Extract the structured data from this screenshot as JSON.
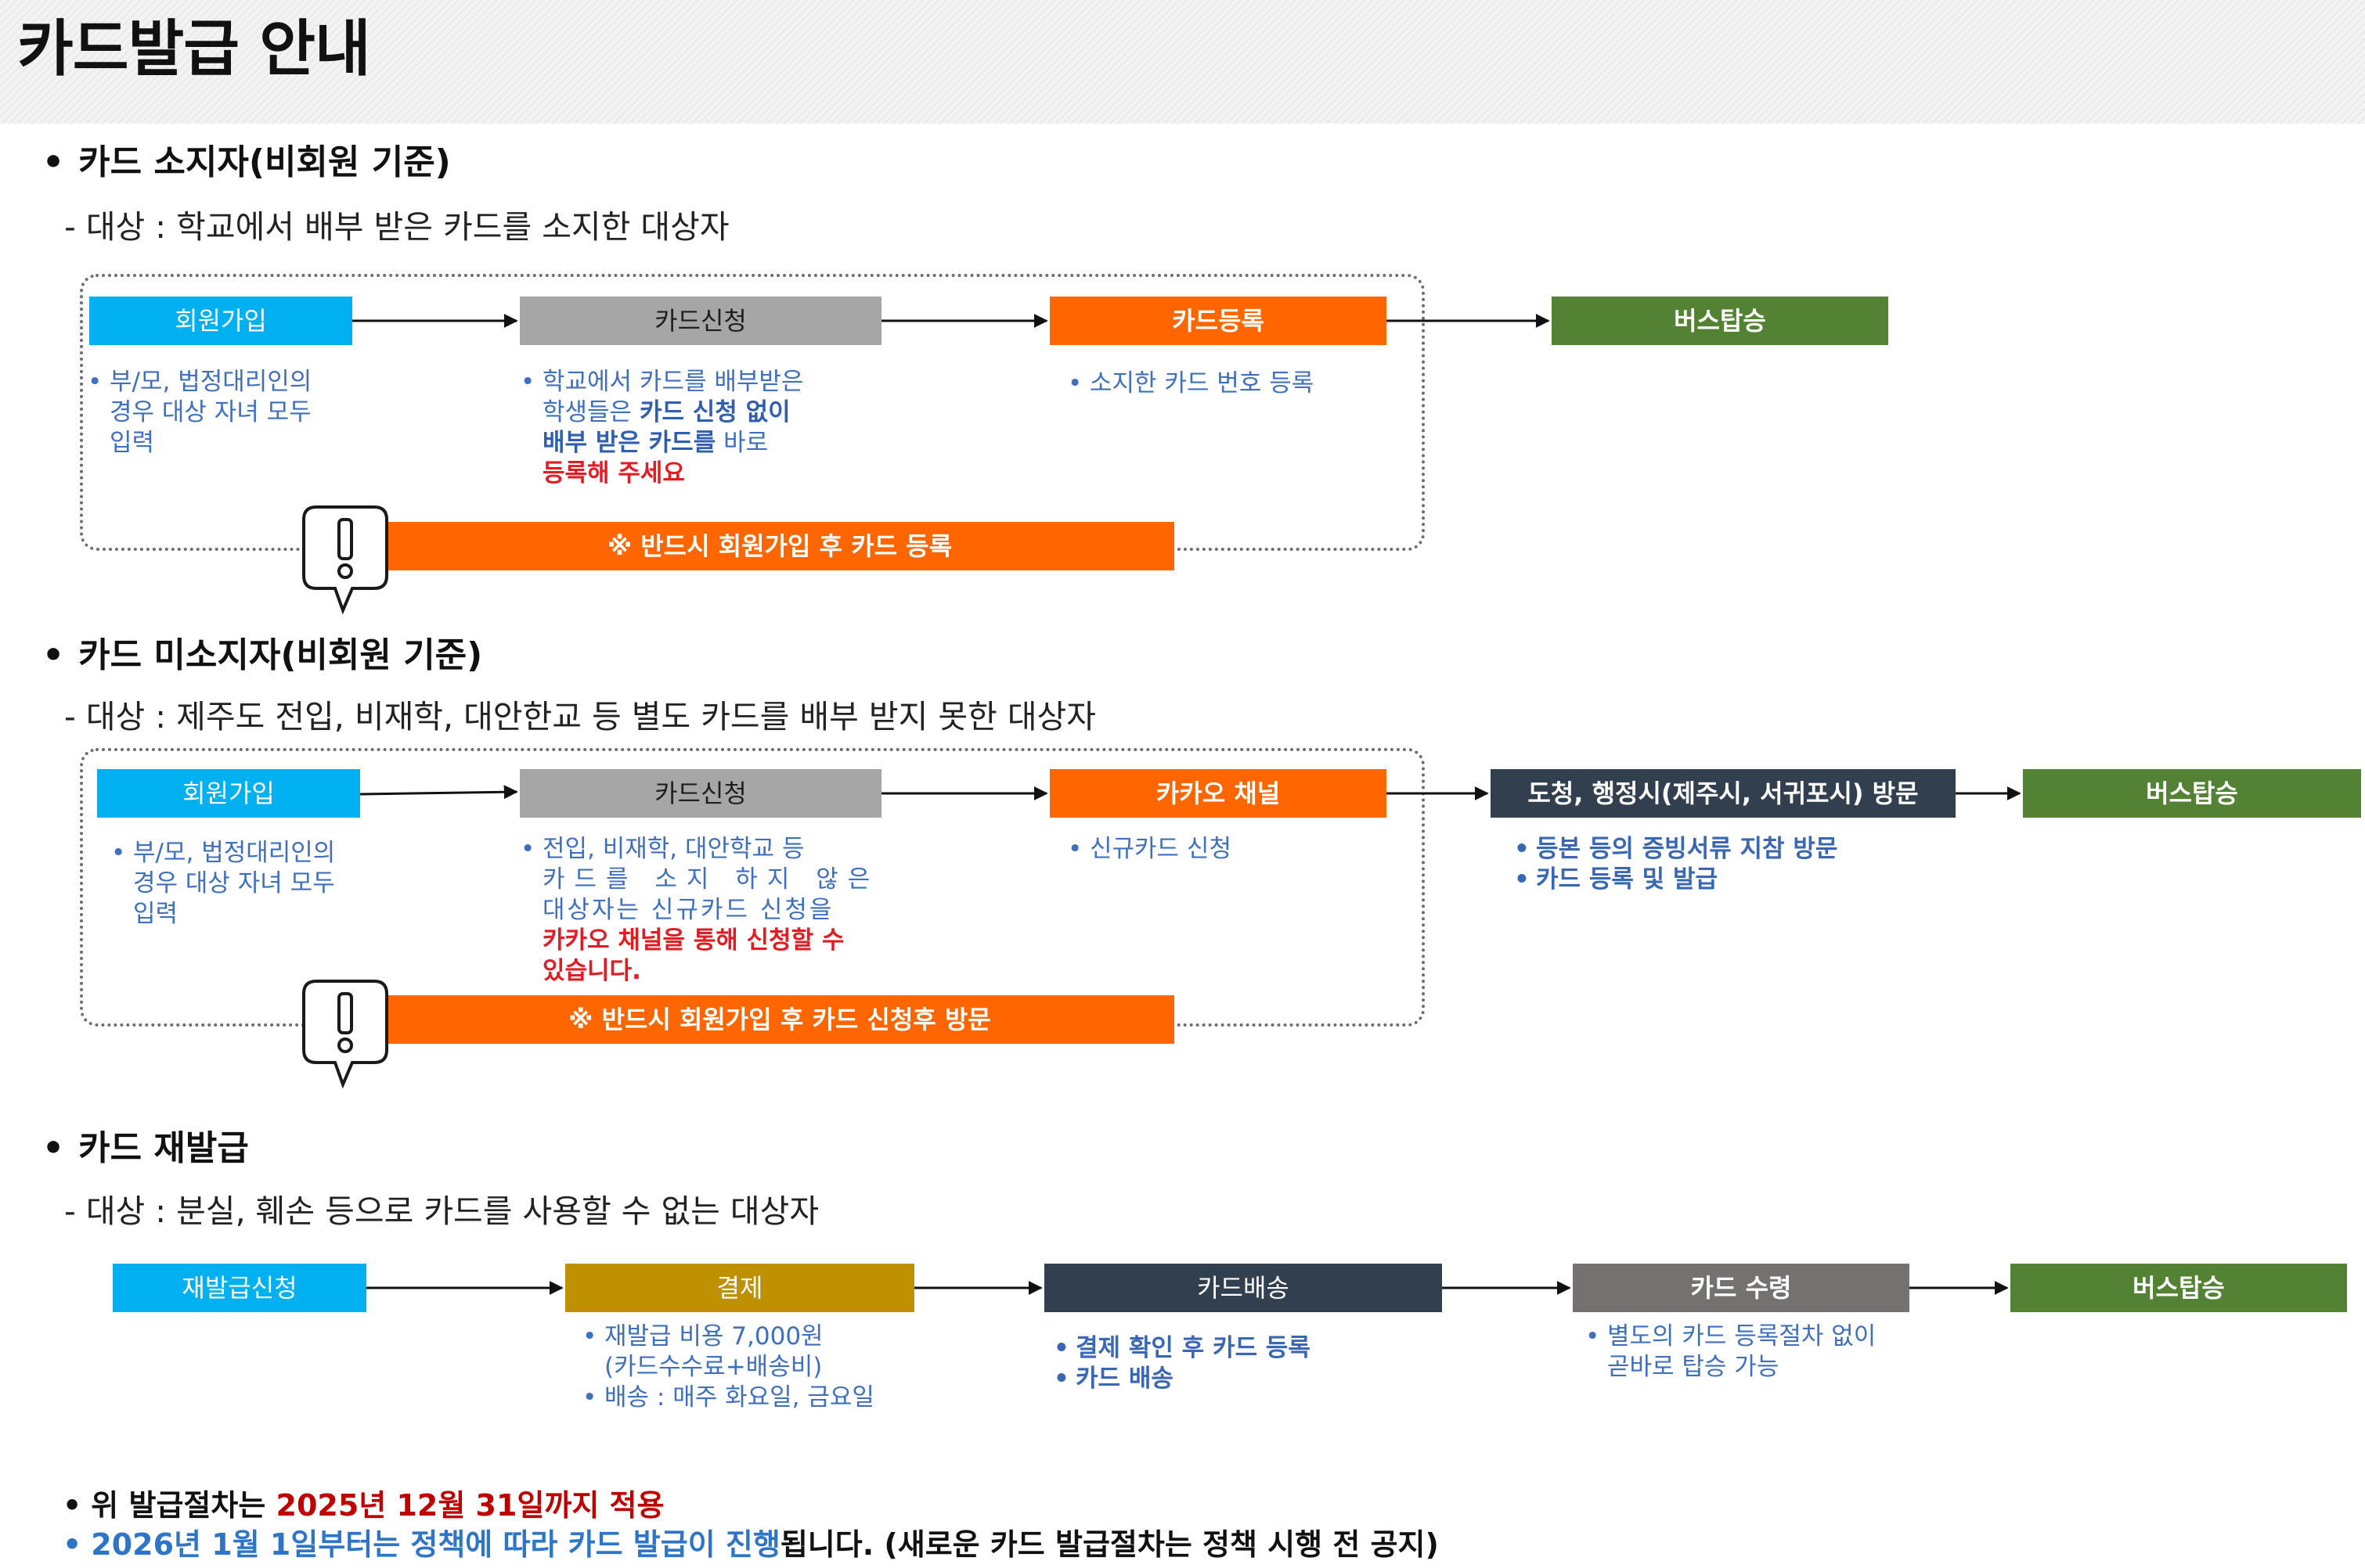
{
  "title": "카드발급 안내",
  "colors": {
    "sky": "#00b0f0",
    "gray": "#a6a6a6",
    "orange": "#ff6600",
    "green": "#548235",
    "navy": "#323f4f",
    "gold": "#bf9000",
    "darkgray": "#767171",
    "red": "#e31b23",
    "blue": "#3f6fbf"
  },
  "icons": {
    "alert": "exclamation-speech-bubble-icon"
  },
  "section1": {
    "heading": "카드 소지자(비회원 기준)",
    "target": "- 대상 : 학교에서 배부 받은 카드를 소지한 대상자",
    "steps": [
      "회원가입",
      "카드신청",
      "카드등록",
      "버스탑승"
    ],
    "notes1": [
      "부/모, 법정대리인의",
      "경우 대상 자녀 모두",
      "입력"
    ],
    "notes2": {
      "l1": "학교에서 카드를 배부받은",
      "l2a": "학생들은 ",
      "l2b": "카드 신청 없이",
      "l3a": "배부 받은 카드를",
      "l3b": " 바로",
      "l4": "등록해 주세요"
    },
    "notes3": "소지한 카드 번호 등록",
    "banner": "※ 반드시 회원가입 후 카드 등록"
  },
  "section2": {
    "heading": "카드 미소지자(비회원 기준)",
    "target": "- 대상 : 제주도 전입, 비재학, 대안한교 등 별도 카드를 배부 받지 못한 대상자",
    "steps": [
      "회원가입",
      "카드신청",
      "카카오 채널",
      "도청, 행정시(제주시, 서귀포시) 방문",
      "버스탑승"
    ],
    "notes1": [
      "부/모, 법정대리인의",
      "경우 대상 자녀 모두",
      "입력"
    ],
    "notes2": {
      "l1": "전입, 비재학, 대안학교 등",
      "l2": "카드를 소지 하지 않은",
      "l3": "대상자는 신규카드 신청을",
      "l4": "카카오 채널을 통해 신청할 수",
      "l5": "있습니다."
    },
    "notes3": "신규카드 신청",
    "notes4": [
      "등본 등의 증빙서류 지참 방문",
      "카드 등록 및 발급"
    ],
    "banner": "※ 반드시 회원가입 후 카드 신청후 방문"
  },
  "section3": {
    "heading": "카드 재발급",
    "target": "- 대상 : 분실, 훼손 등으로 카드를 사용할 수 없는 대상자",
    "steps": [
      "재발급신청",
      "결제",
      "카드배송",
      "카드 수령",
      "버스탑승"
    ],
    "notes2": {
      "l1": "재발급 비용 7,000원",
      "l2": "(카드수수료+배송비)",
      "l3": "배송 : 매주 화요일, 금요일"
    },
    "notes3": [
      "결제 확인 후 카드 등록",
      "카드 배송"
    ],
    "notes4": {
      "l1": "별도의 카드 등록절차 없이",
      "l2": "곧바로 탑승 가능"
    }
  },
  "footer": {
    "line1_a": "위 발급절차는 ",
    "line1_b": "2025년 12월 31일까지 적용",
    "line2_a": "2026년 1월 1일부터는 정책에 따라 카드 발급이 진행",
    "line2_b": "됩니다.  (새로운 카드 발급절차는 정책 시행 전 공지)"
  }
}
